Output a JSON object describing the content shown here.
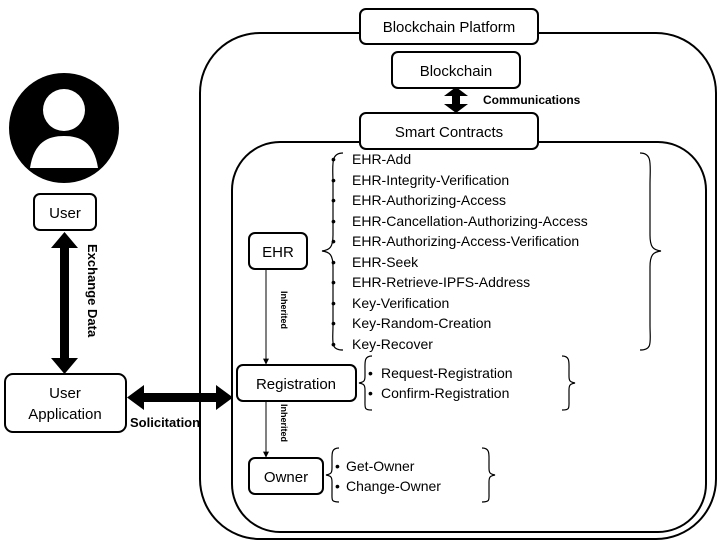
{
  "platform": {
    "title": "Blockchain Platform",
    "blockchain_label": "Blockchain",
    "communications_label": "Communications",
    "smart_contracts_label": "Smart Contracts"
  },
  "user": {
    "label": "User",
    "exchange_label": "Exchange Data",
    "app_label_line1": "User",
    "app_label_line2": "Application",
    "solicitation_label": "Solicitation"
  },
  "ehr": {
    "label": "EHR",
    "functions": [
      "EHR-Add",
      "EHR-Integrity-Verification",
      "EHR-Authorizing-Access",
      "EHR-Cancellation-Authorizing-Access",
      "EHR-Authorizing-Access-Verification",
      "EHR-Seek",
      "EHR-Retrieve-IPFS-Address",
      "Key-Verification",
      "Key-Random-Creation",
      "Key-Recover"
    ]
  },
  "registration": {
    "label": "Registration",
    "inherited_label": "Inherited",
    "functions": [
      "Request-Registration",
      "Confirm-Registration"
    ]
  },
  "owner": {
    "label": "Owner",
    "inherited_label": "Inherited",
    "functions": [
      "Get-Owner",
      "Change-Owner"
    ]
  },
  "bullet_symbol": "•"
}
